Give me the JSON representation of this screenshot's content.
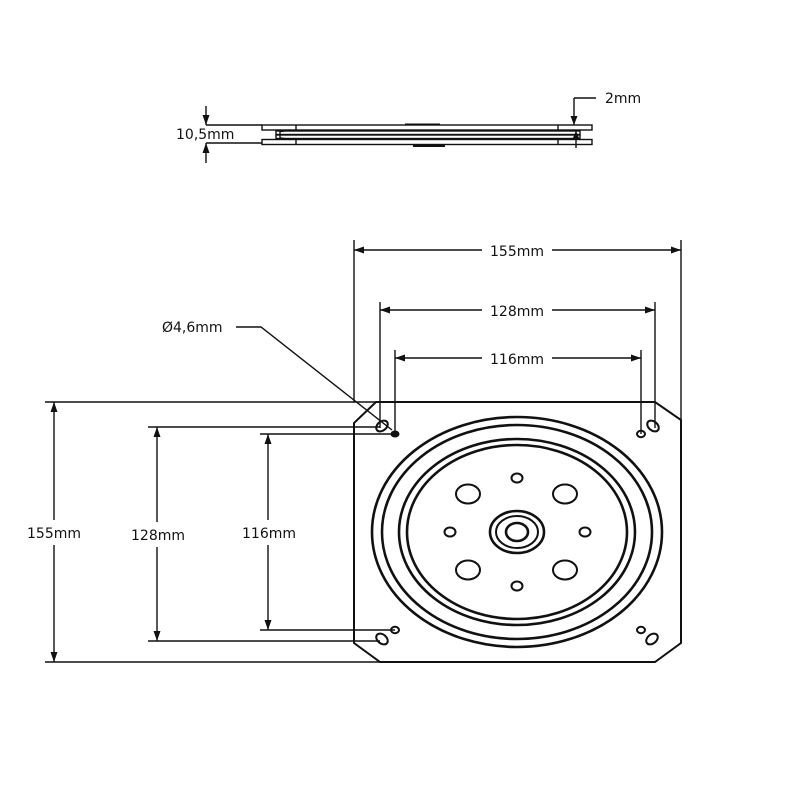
{
  "drawing": {
    "subject": "Square swivel plate (lazy susan bearing) technical drawing",
    "side_view": {
      "thickness_label": "10,5mm",
      "plate_gauge_label": "2mm"
    },
    "top_view": {
      "horizontal_dimensions": [
        {
          "id": "outer_width",
          "label": "155mm"
        },
        {
          "id": "hole_spacing_outer",
          "label": "128mm"
        },
        {
          "id": "hole_spacing_inner",
          "label": "116mm"
        }
      ],
      "vertical_dimensions": [
        {
          "id": "outer_height",
          "label": "155mm"
        },
        {
          "id": "hole_spacing_outer",
          "label": "128mm"
        },
        {
          "id": "hole_spacing_inner",
          "label": "116mm"
        }
      ],
      "hole_callout": "Ø4,6mm"
    }
  }
}
